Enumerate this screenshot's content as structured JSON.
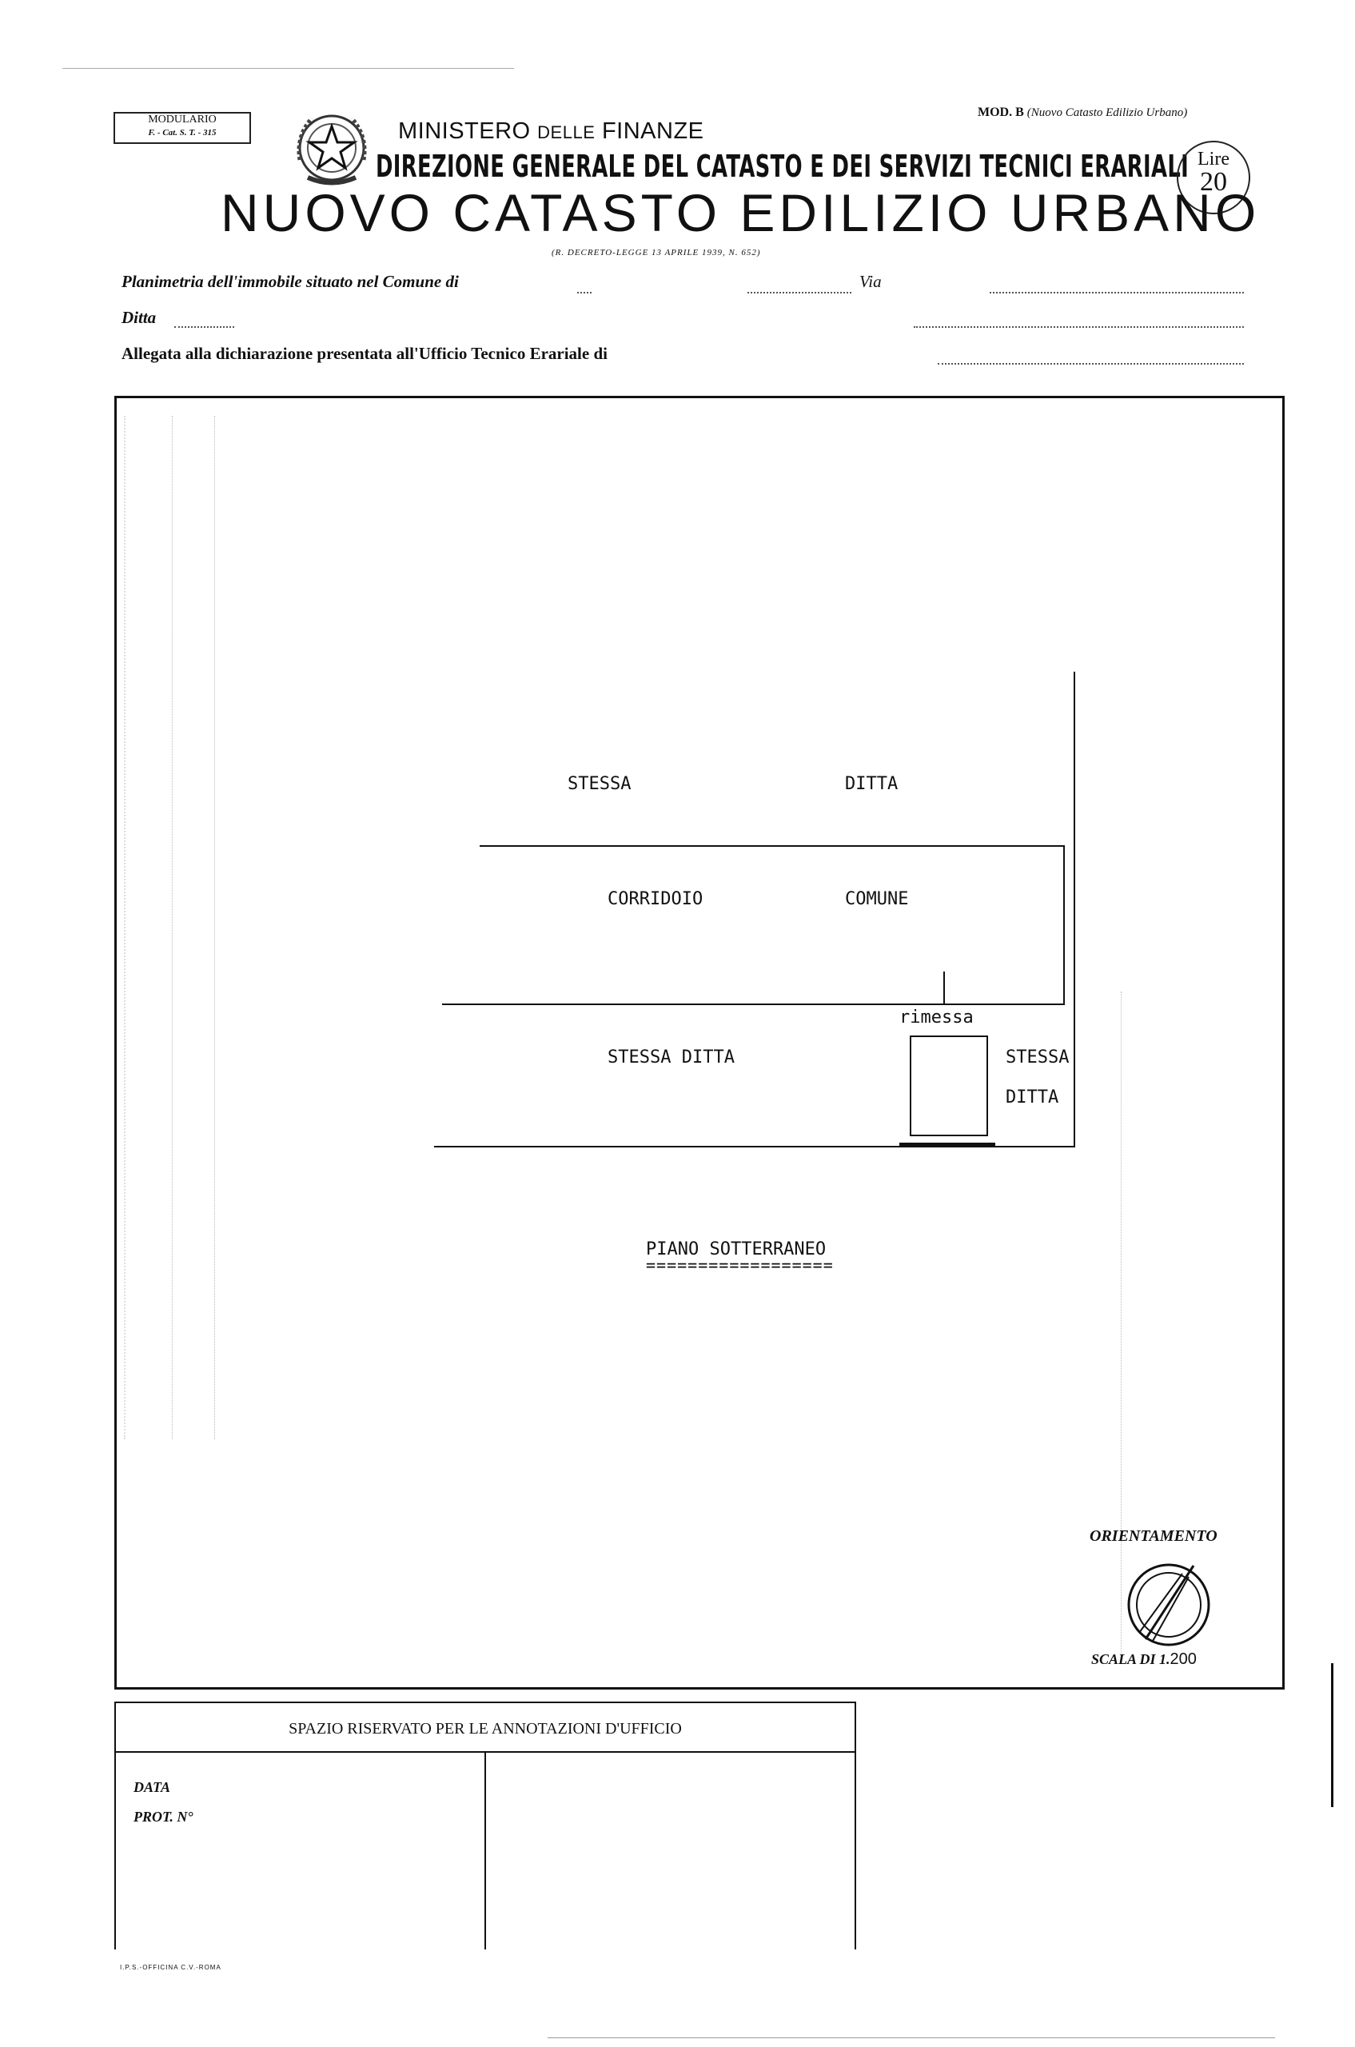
{
  "header": {
    "modulario_line1": "MODULARIO",
    "modulario_line2": "F. - Cat. S. T. - 315",
    "ministero_a": "MINISTERO ",
    "ministero_b": "DELLE",
    "ministero_c": " FINANZE",
    "mod_b_label": "MOD. B",
    "mod_b_note": "(Nuovo Catasto Edilizio Urbano)",
    "direzione": "DIREZIONE GENERALE DEL CATASTO E DEI SERVIZI TECNICI ERARIALI",
    "lire_word": "Lire",
    "lire_value": "20",
    "title": "NUOVO CATASTO EDILIZIO URBANO",
    "decreto": "(R. DECRETO-LEGGE 13 APRILE 1939, N. 652)"
  },
  "form": {
    "planimetria": "Planimetria dell'immobile situato nel Comune di",
    "via": "Via",
    "ditta": "Ditta",
    "allegata": "Allegata alla dichiarazione presentata all'Ufficio Tecnico Erariale di"
  },
  "plan": {
    "stessa_top": "STESSA",
    "ditta_top": "DITTA",
    "corridoio": "CORRIDOIO",
    "comune": "COMUNE",
    "rimessa": "rimessa",
    "stessa_ditta": "STESSA DITTA",
    "stessa_right": "STESSA",
    "ditta_right": "DITTA",
    "piano": "PIANO SOTTERRANEO",
    "piano_underline": "==================",
    "orientamento": "ORIENTAMENTO",
    "scala": "SCALA DI 1.",
    "scala_value": "200"
  },
  "annotations": {
    "heading": "SPAZIO RISERVATO PER LE ANNOTAZIONI D'UFFICIO",
    "data_label": "DATA",
    "prot_label": "PROT. N°"
  },
  "footer": {
    "printer": "I.P.S.-OFFICINA C.V.-ROMA"
  }
}
